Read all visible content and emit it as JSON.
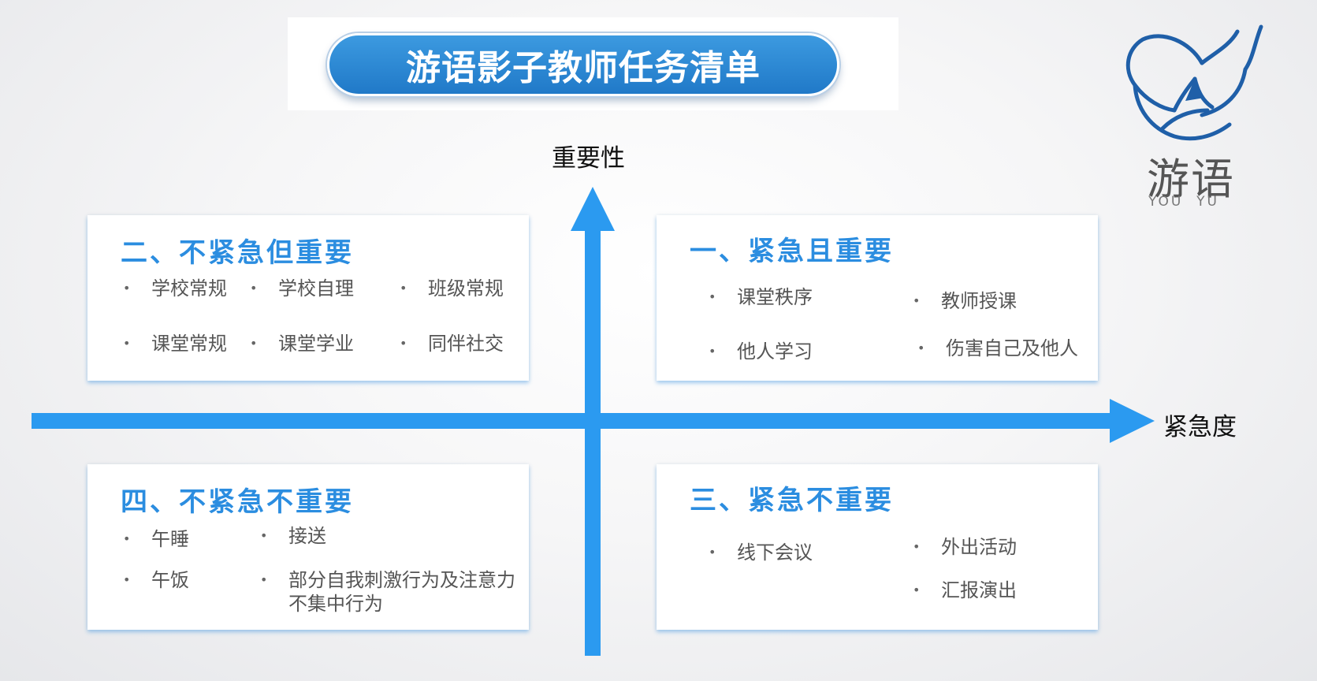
{
  "title": "游语影子教师任务清单",
  "axes": {
    "y_label": "重要性",
    "x_label": "紧急度"
  },
  "colors": {
    "accent": "#2b8de0",
    "arrow": "#2b9af0",
    "title_fill": "#2a85d0"
  },
  "logo": {
    "text": "游语",
    "subtext": "YOU  YU",
    "icon": "whale-logo-icon"
  },
  "quadrants": {
    "q1": {
      "title": "一、紧急且重要",
      "items": [
        "课堂秩序",
        "教师授课",
        "他人学习",
        "伤害自己及他人"
      ]
    },
    "q2": {
      "title": "二、不紧急但重要",
      "items": [
        "学校常规",
        "学校自理",
        "班级常规",
        "课堂常规",
        "课堂学业",
        "同伴社交"
      ]
    },
    "q3": {
      "title": "三、紧急不重要",
      "items": [
        "线下会议",
        "外出活动",
        "汇报演出"
      ]
    },
    "q4": {
      "title": "四、不紧急不重要",
      "items": [
        "午睡",
        "接送",
        "午饭",
        "部分自我刺激行为及注意力不集中行为"
      ]
    }
  }
}
